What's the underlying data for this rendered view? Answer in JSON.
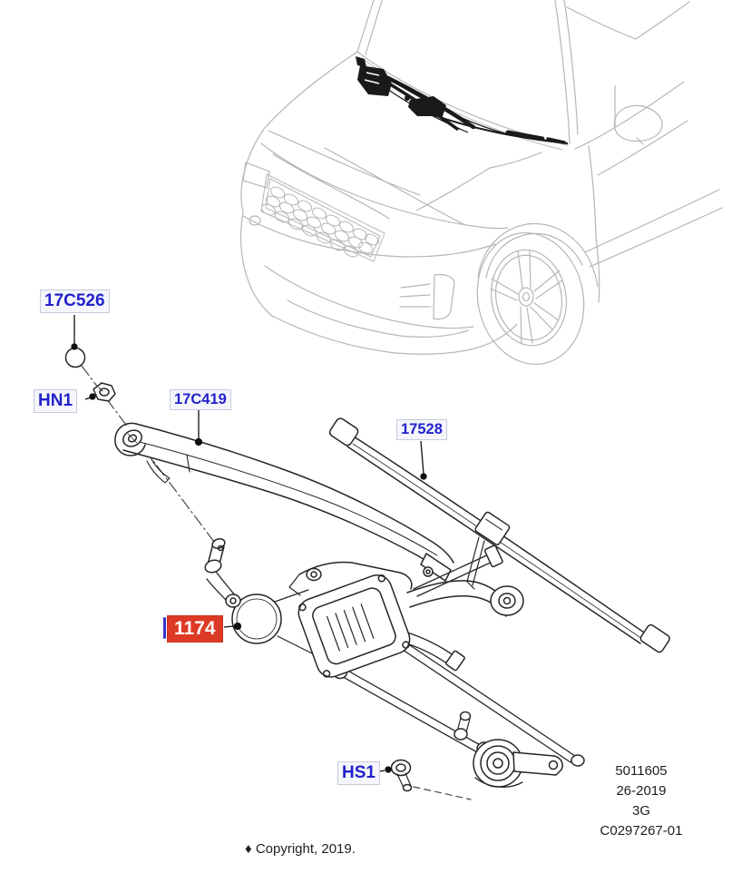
{
  "diagram": {
    "title": "Windscreen wiper system parts diagram",
    "vehicle_art": "SUV front three-quarter line drawing with wiper mechanism highlighted at cowl"
  },
  "parts": [
    {
      "code": "17C526",
      "style": "link"
    },
    {
      "code": "HN1",
      "style": "link"
    },
    {
      "code": "17C419",
      "style": "link"
    },
    {
      "code": "17528",
      "style": "link"
    },
    {
      "code": "1174",
      "style": "highlight"
    },
    {
      "code": "HS1",
      "style": "link"
    }
  ],
  "ref_block": {
    "lines": [
      "5011605",
      "26-2019",
      "3G",
      "C0297267-01"
    ]
  },
  "footer": {
    "copyright": "♦ Copyright, 2019."
  },
  "colors": {
    "label_blue": "#2222cc",
    "highlight_red": "#dd3a26",
    "part_line_dark": "#262626",
    "car_line_grey": "#b6b6b6"
  }
}
